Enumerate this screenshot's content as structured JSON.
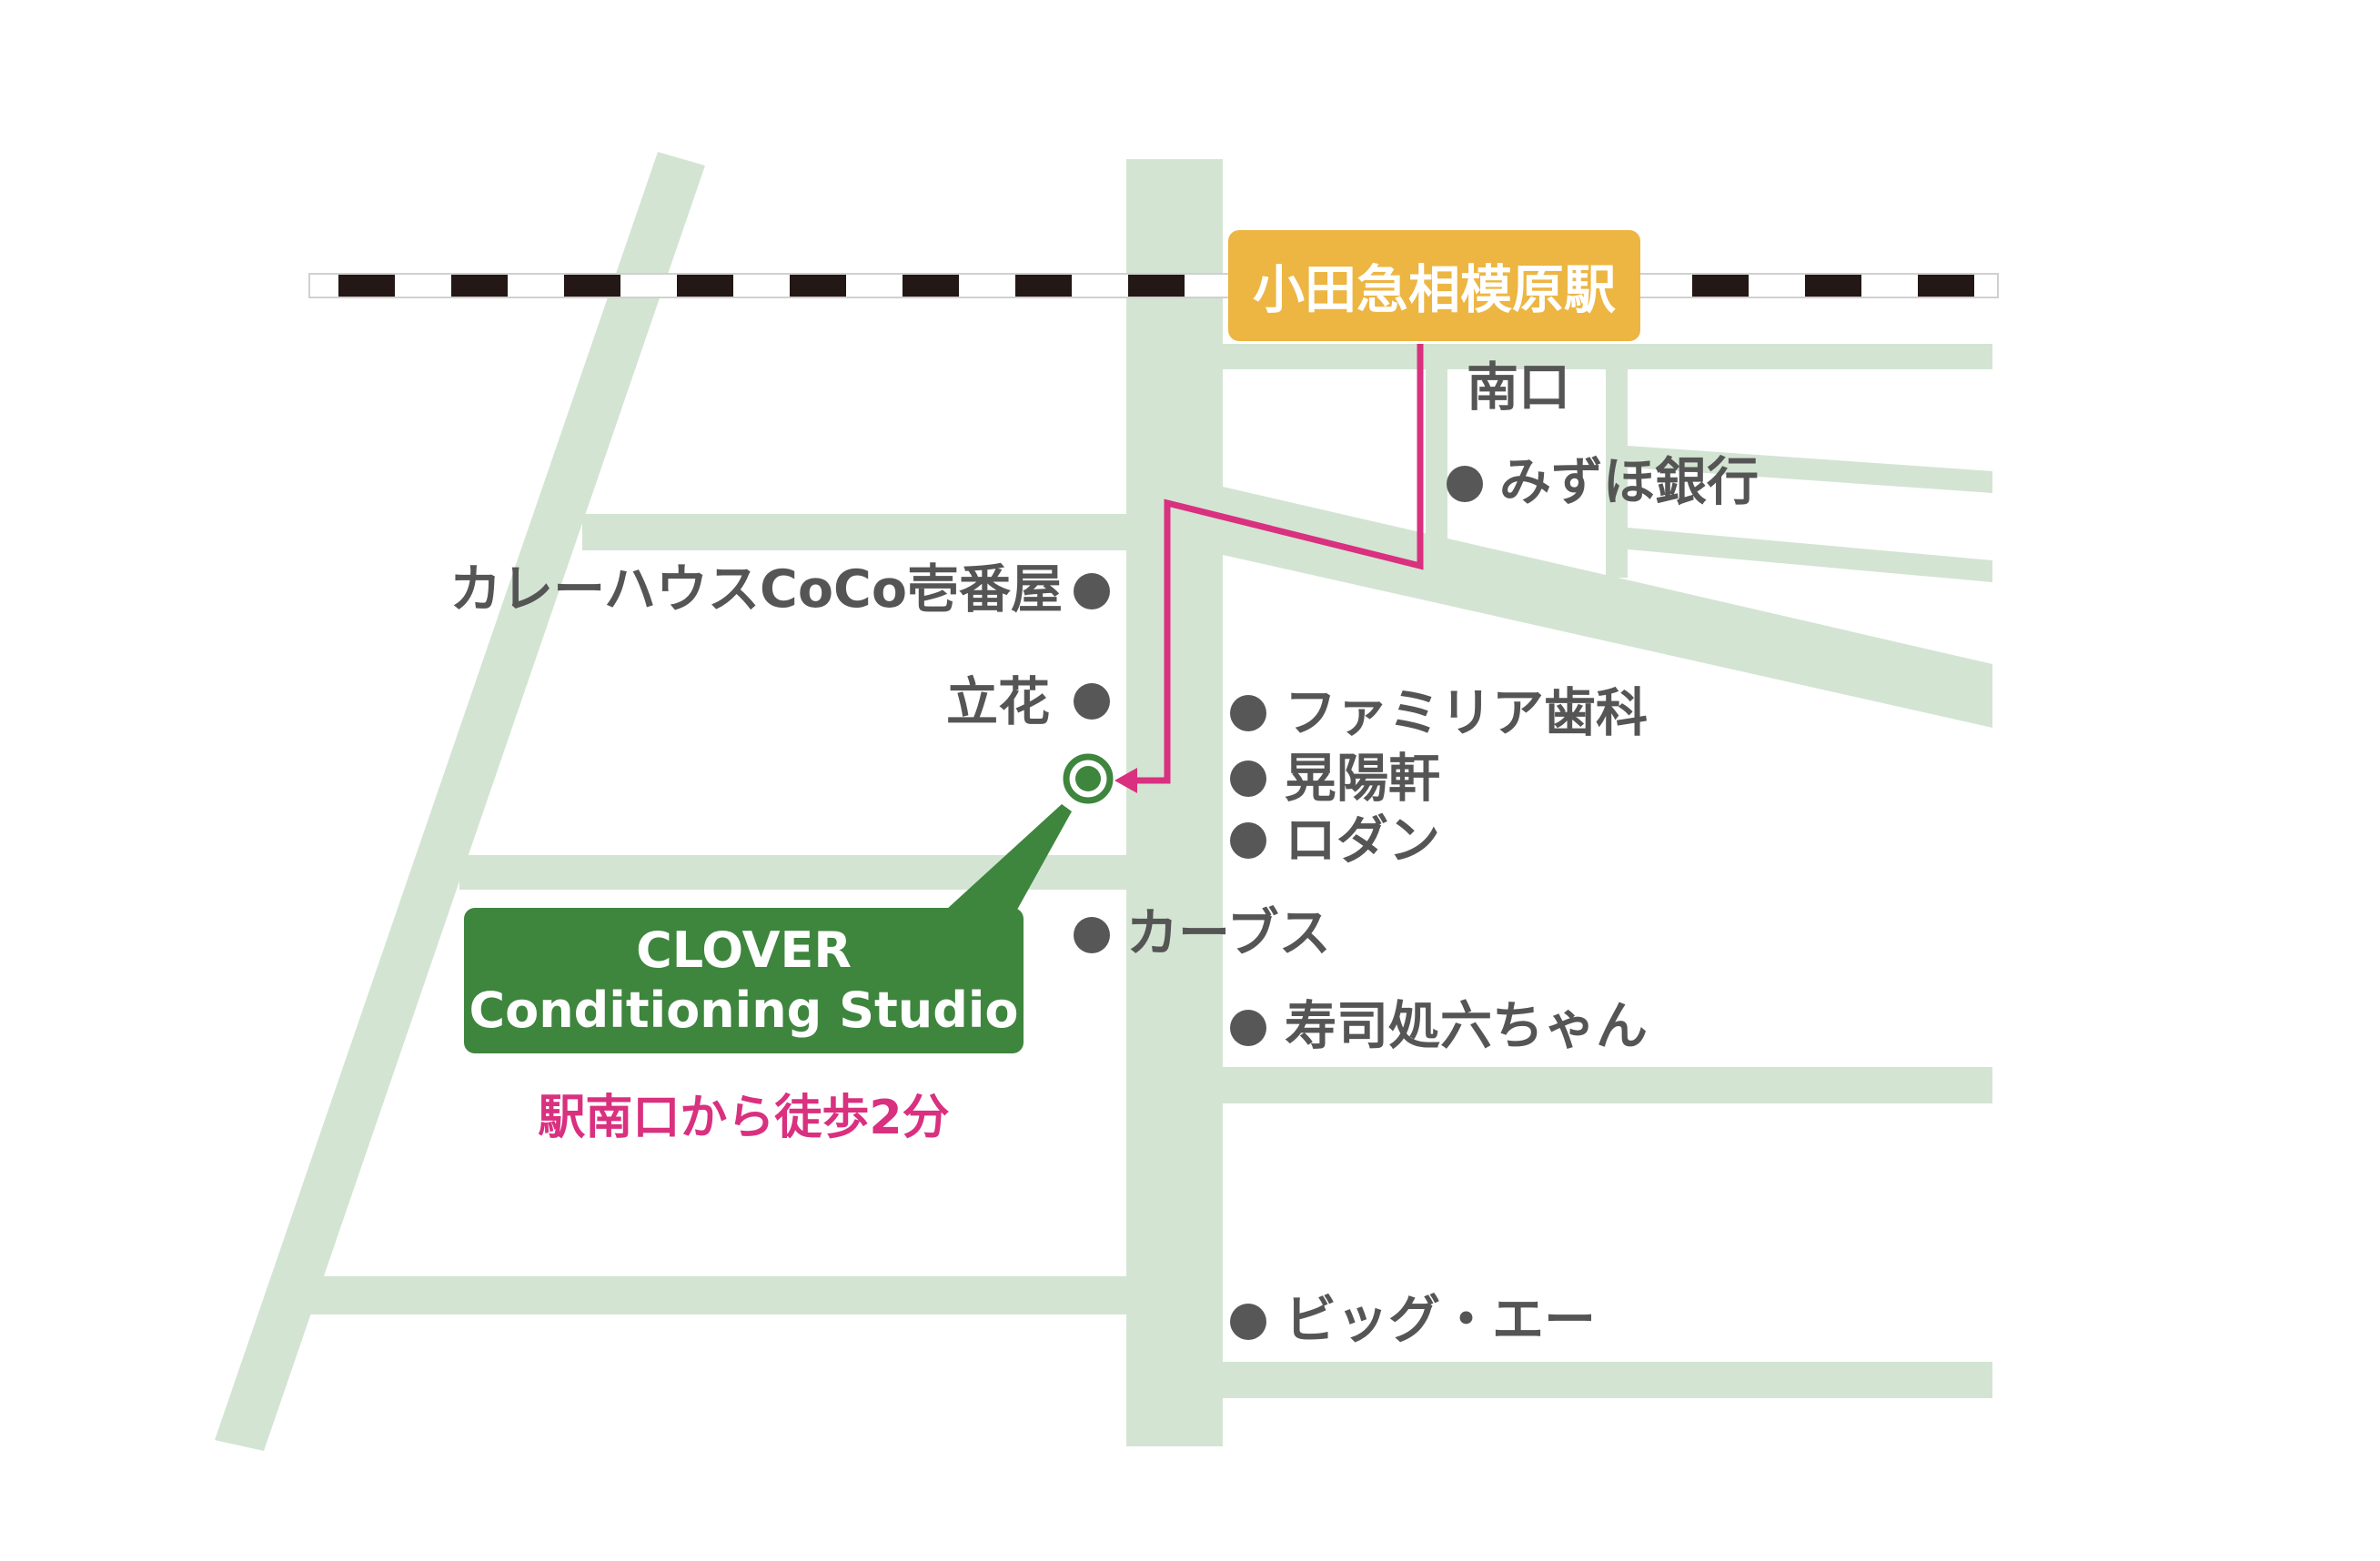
{
  "colors": {
    "road": "#D3E4D3",
    "rail_dash": "#231815",
    "route": "#D9307F",
    "station_box": "#EDB542",
    "studio_box": "#3E853E",
    "dot": "#575757",
    "label_text": "#555555"
  },
  "station": {
    "name": "小田急相模原駅",
    "exit": "南口"
  },
  "studio": {
    "name_line1": "CLOVER",
    "name_line2": "Conditioning Studio",
    "walk_time": "駅南口から徒歩2分"
  },
  "landmarks": {
    "mizuho": "みずほ銀行",
    "coco": "カレーハウスCoCo壱番屋",
    "tachibana": "立花",
    "familia": "ファミリア歯科",
    "koyoken": "晃陽軒",
    "rodan": "ロダン",
    "curves": "カーブス",
    "sushi": "寿司処六ちゃん",
    "big_a": "ビッグ・エー"
  },
  "icons": {
    "landmark_marker": "dot-icon",
    "studio_marker": "location-target-icon",
    "route_arrow": "arrow-left-icon"
  }
}
